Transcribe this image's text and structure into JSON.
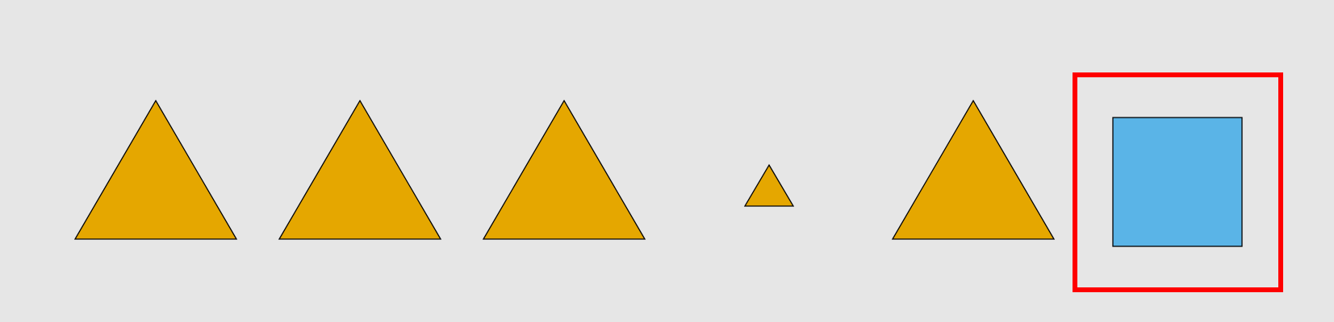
{
  "colors": {
    "background": "#e6e6e6",
    "triangle_fill": "#e5a700",
    "square_fill": "#5ab4e7",
    "outline": "#000000",
    "highlight_box": "#ff0000"
  },
  "shapes": [
    {
      "kind": "triangle",
      "size": "large"
    },
    {
      "kind": "triangle",
      "size": "large"
    },
    {
      "kind": "triangle",
      "size": "large"
    },
    {
      "kind": "triangle",
      "size": "small"
    },
    {
      "kind": "triangle",
      "size": "large"
    },
    {
      "kind": "square",
      "size": "large",
      "highlighted": true
    }
  ]
}
